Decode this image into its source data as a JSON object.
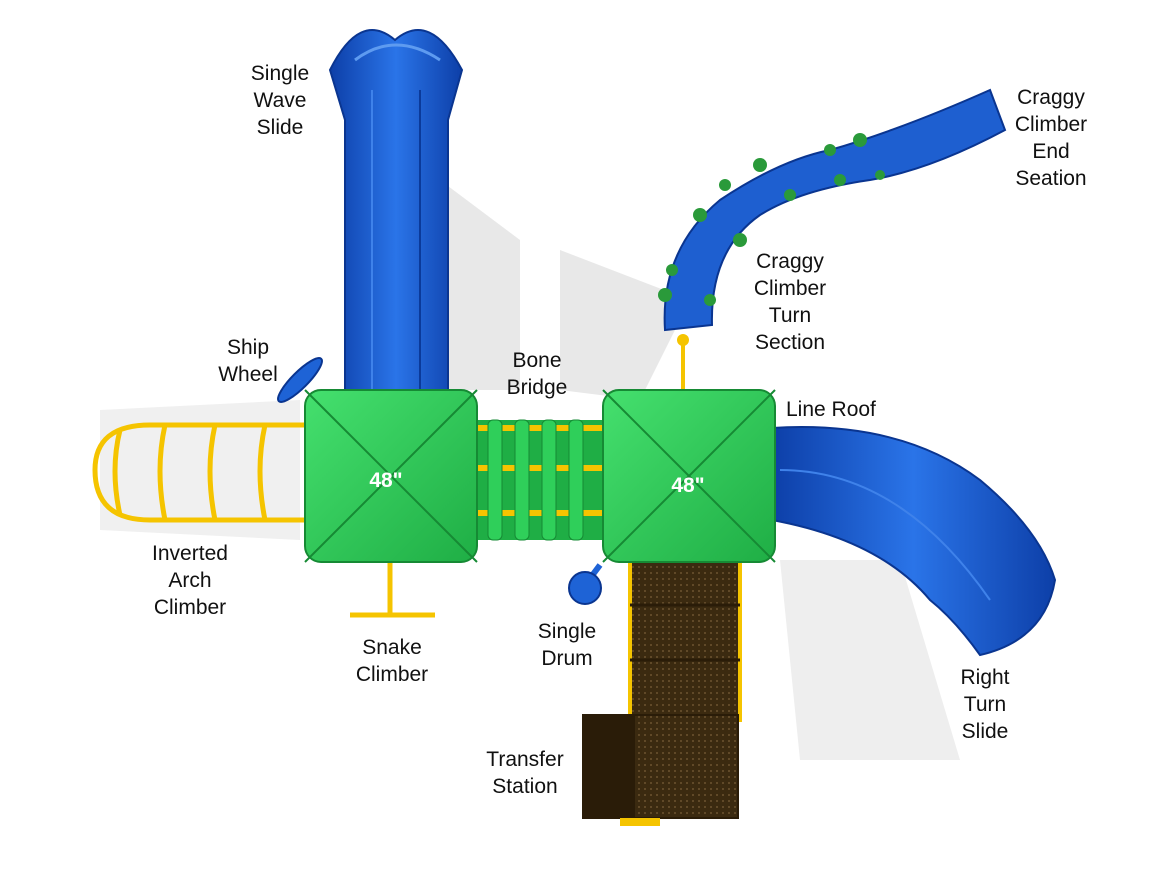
{
  "colors": {
    "slide_blue": "#1e63d6",
    "roof_green": "#2fcf5a",
    "frame_yellow": "#f5c400",
    "deck_brown": "#3b2a10",
    "craggy_green": "#2a9a3a"
  },
  "roofs": [
    {
      "height_label": "48\""
    },
    {
      "height_label": "48\""
    }
  ],
  "labels": {
    "single_wave_slide": [
      "Single",
      "Wave",
      "Slide"
    ],
    "craggy_end": [
      "Craggy",
      "Climber",
      "End",
      "Seation"
    ],
    "craggy_turn": [
      "Craggy",
      "Climber",
      "Turn",
      "Section"
    ],
    "ship_wheel": [
      "Ship",
      "Wheel"
    ],
    "bone_bridge": [
      "Bone",
      "Bridge"
    ],
    "line_roof": [
      "Line Roof"
    ],
    "inverted_arch": [
      "Inverted",
      "Arch",
      "Climber"
    ],
    "snake_climber": [
      "Snake",
      "Climber"
    ],
    "single_drum": [
      "Single",
      "Drum"
    ],
    "right_turn_slide": [
      "Right",
      "Turn",
      "Slide"
    ],
    "transfer_station": [
      "Transfer",
      "Station"
    ]
  }
}
